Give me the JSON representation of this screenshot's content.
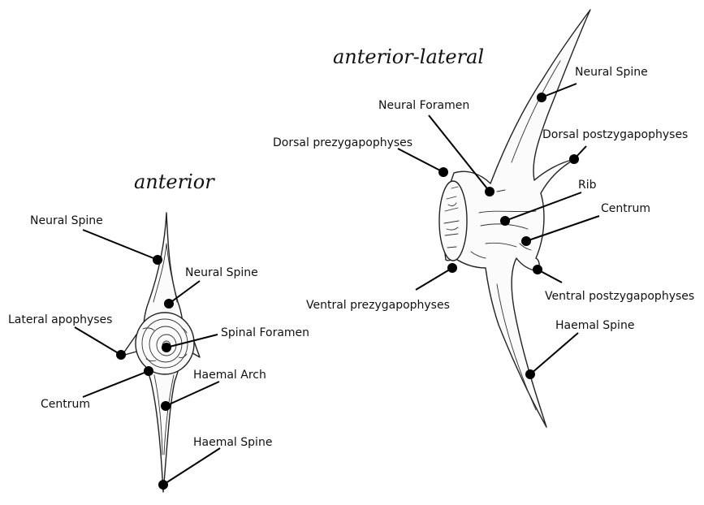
{
  "titles": {
    "anterior": "anterior",
    "anterior_lateral": "anterior-lateral"
  },
  "anterior_labels": {
    "neural_spine_top": "Neural Spine",
    "neural_spine_inner": "Neural Spine",
    "lateral_apophyses": "Lateral apophyses",
    "spinal_foramen": "Spinal Foramen",
    "haemal_arch": "Haemal Arch",
    "centrum": "Centrum",
    "haemal_spine": "Haemal Spine"
  },
  "lateral_labels": {
    "neural_spine": "Neural Spine",
    "neural_foramen": "Neural Foramen",
    "dorsal_prezygapophyses": "Dorsal prezygapophyses",
    "dorsal_postzygapophyses": "Dorsal postzygapophyses",
    "rib": "Rib",
    "centrum": "Centrum",
    "ventral_prezygapophyses": "Ventral prezygapophyses",
    "ventral_postzygapophyses": "Ventral postzygapophyses",
    "haemal_spine": "Haemal Spine"
  }
}
